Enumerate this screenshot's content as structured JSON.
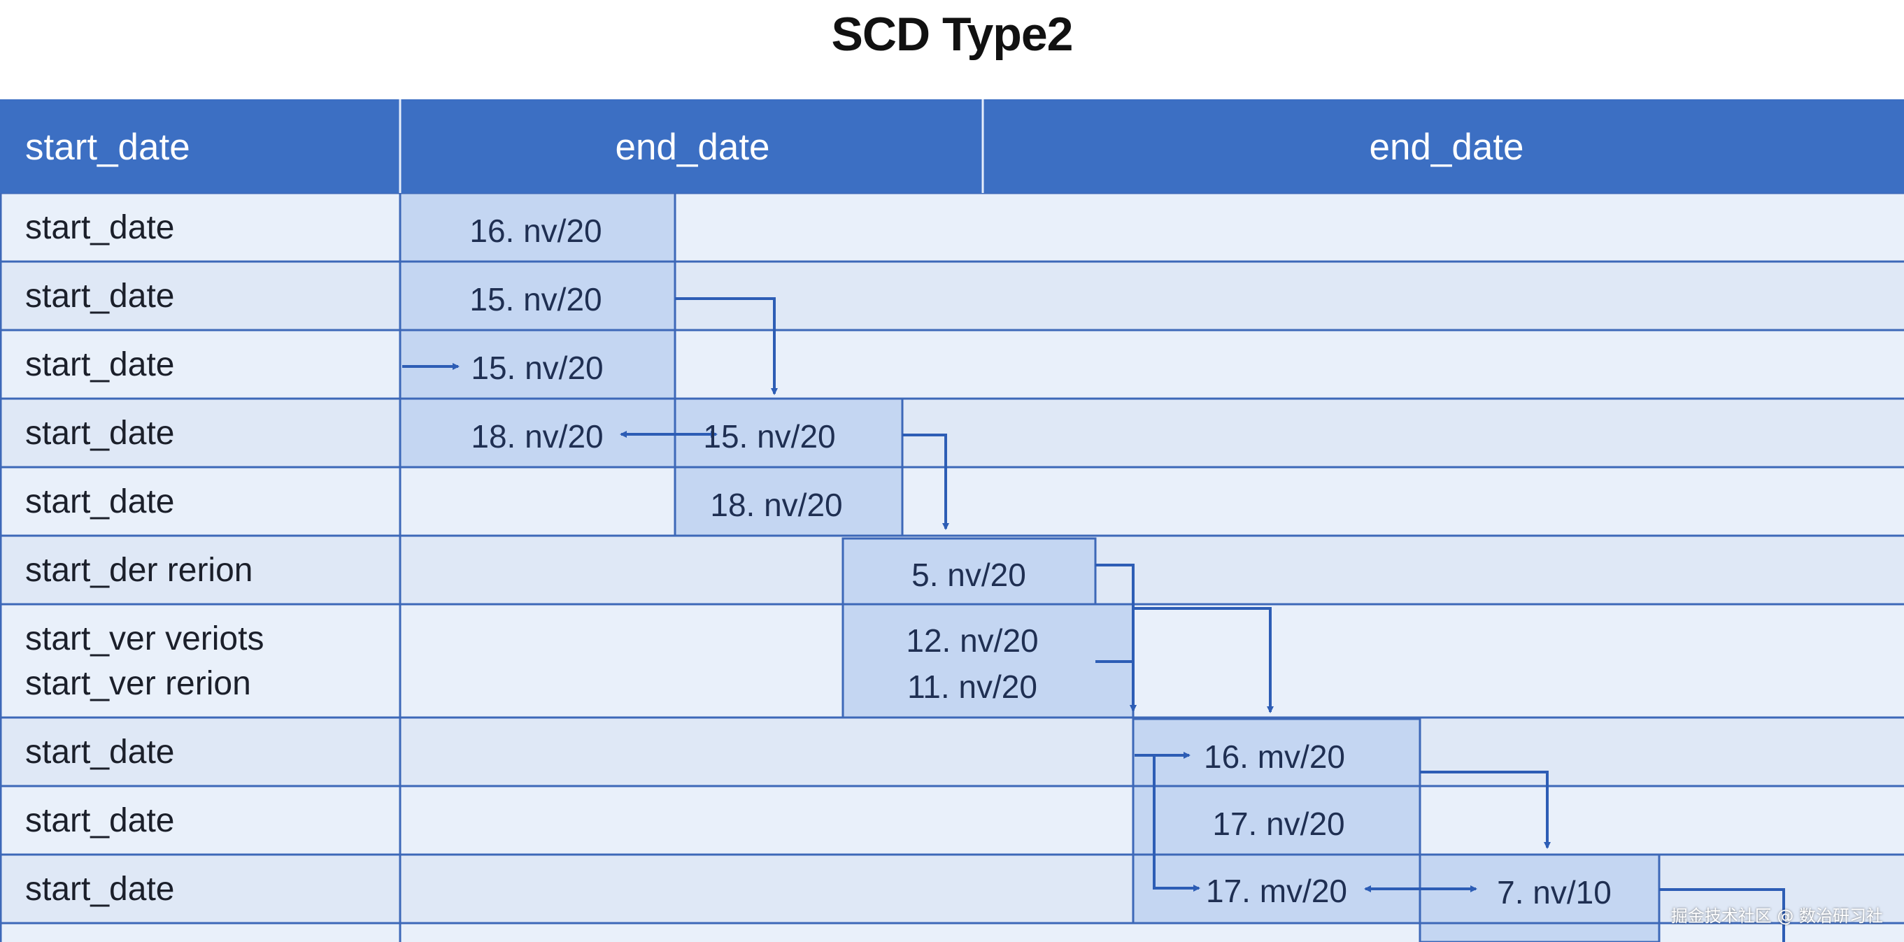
{
  "title": "SCD Type2",
  "headers": [
    "start_date",
    "end_date",
    "end_date"
  ],
  "rows": [
    [
      "start_date"
    ],
    [
      "start_date"
    ],
    [
      "start_date"
    ],
    [
      "start_date"
    ],
    [
      "start_date"
    ],
    [
      "start_der rerion"
    ],
    [
      "start_ver veriots",
      "start_ver rerion"
    ],
    [
      "start_date"
    ],
    [
      "start_date"
    ],
    [
      "start_date"
    ]
  ],
  "cells": [
    {
      "row": 0,
      "lines": [
        "16. nv/20"
      ]
    },
    {
      "row": 1,
      "lines": [
        "15. nv/20"
      ]
    },
    {
      "row": 2,
      "lines": [
        "15. nv/20"
      ]
    },
    {
      "row": 3,
      "lines": [
        "18. nv/20"
      ]
    },
    {
      "row": 3,
      "lines": [
        "15. nv/20"
      ]
    },
    {
      "row": 4,
      "lines": [
        "18. nv/20"
      ]
    },
    {
      "row": 5,
      "lines": [
        "5. nv/20"
      ]
    },
    {
      "row": 6,
      "lines": [
        "12. nv/20",
        "11. nv/20"
      ]
    },
    {
      "row": 7,
      "lines": [
        "16. mv/20"
      ]
    },
    {
      "row": 8,
      "lines": [
        "17. nv/20"
      ]
    },
    {
      "row": 9,
      "lines": [
        "17. mv/20"
      ]
    },
    {
      "row": 9,
      "lines": [
        "7. nv/10"
      ]
    }
  ],
  "watermark": "掘金技术社区 @ 数治研习社",
  "colors": {
    "header": "#3c6fc3",
    "grid": "#3d68b8",
    "row_bg": "#e9f0fa",
    "row_bg_alt": "#dfe8f6",
    "cell": "#c4d6f2",
    "arrow": "#2d5db5"
  }
}
